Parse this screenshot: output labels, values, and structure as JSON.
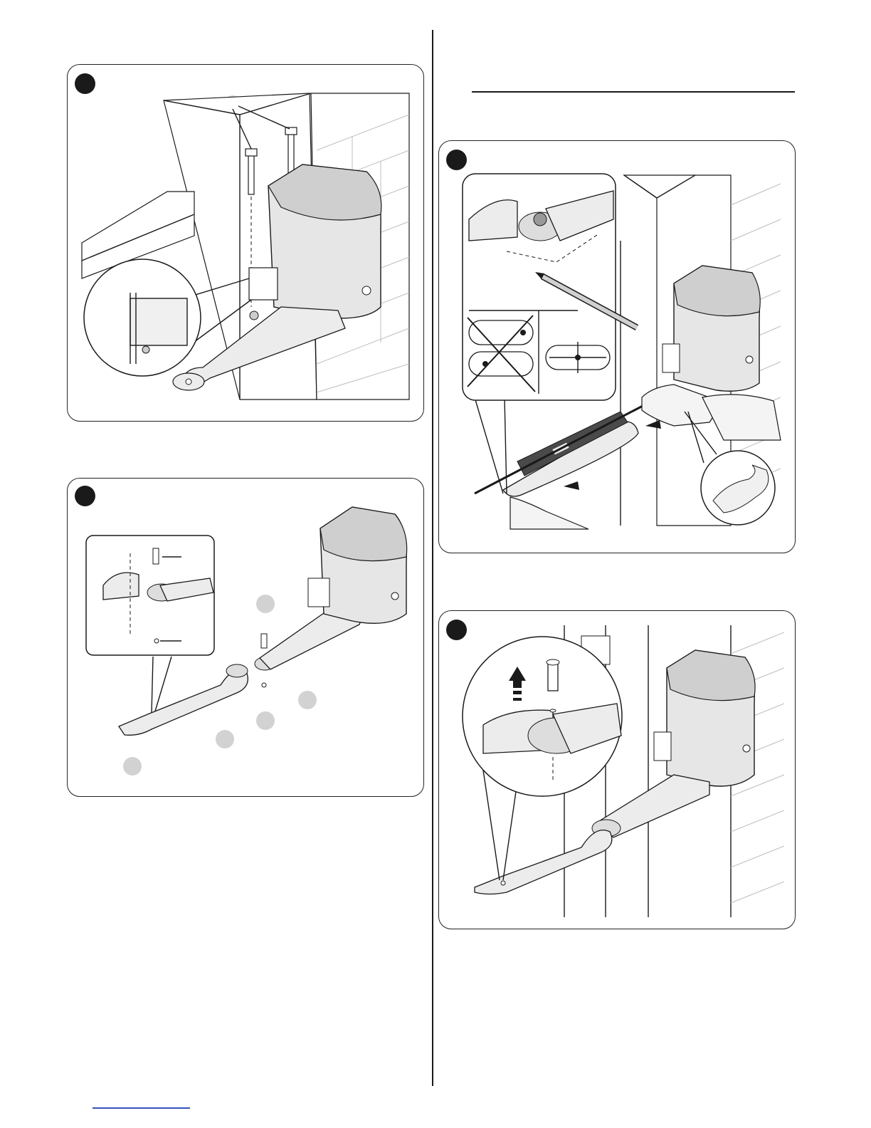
{
  "figures": [
    {
      "id": "figure-1",
      "callouts": 1
    },
    {
      "id": "figure-2",
      "callouts": 6
    },
    {
      "id": "figure-3",
      "callouts": 0
    },
    {
      "id": "figure-4",
      "callouts": 0
    }
  ],
  "colors": {
    "ink": "#1a1a1a",
    "callout_grey": "#d2d2d2",
    "motor_fill": "#e6e6e6",
    "link_underline": "#3553b8"
  },
  "icons": [
    "wall-icon",
    "motor-icon",
    "arm-icon",
    "pencil-icon",
    "spirit-level-icon",
    "hand-icon",
    "arrow-icon",
    "pin-icon",
    "screw-icon"
  ]
}
